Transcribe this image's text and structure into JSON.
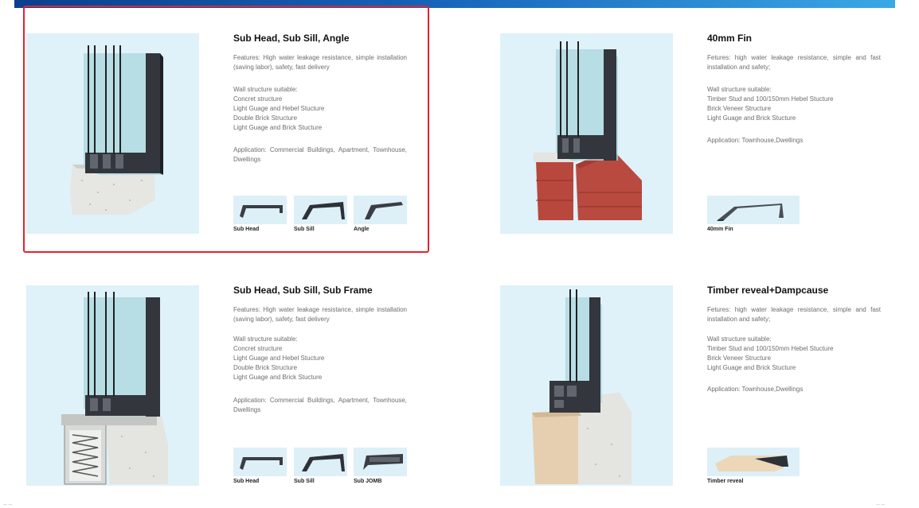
{
  "cards": [
    {
      "title": "Sub Head, Sub Sill, Angle",
      "features": "Features: High water leakage resistance, simple installation (saving labor), safety, fast delivery",
      "wall_heading": "Wall structure suitable:",
      "wall_items": [
        "Concret structure",
        "Light Guage and Hebel Stucture",
        "Double Brick Structure",
        "Light Guage and Brick Stucture"
      ],
      "application": "Application: Commercial Buildings, Apartment, Townhouse, Dwellings",
      "thumbs": [
        "Sub Head",
        "Sub Sill",
        "Angle"
      ]
    },
    {
      "title": "40mm Fin",
      "features": "Fetures: high water leakage resistance, simple and fast installation and safety;",
      "wall_heading": "Wall structure suitable:",
      "wall_items": [
        "Timber Stud and 100/150mm Hebel Stucture",
        "Brick Veneer Structure",
        "Light Guage and Brick Stucture"
      ],
      "application": "Application: Townhouse,Dwellings",
      "thumbs": [
        "40mm Fin"
      ]
    },
    {
      "title": "Sub Head, Sub Sill, Sub Frame",
      "features": "Features: High water leakage resistance, simple installation (saving labor), safety, fast delivery",
      "wall_heading": "Wall structure suitable:",
      "wall_items": [
        "Concret structure",
        "Light Guage and Hebel Stucture",
        "Double Brick Structure",
        "Light Guage and Brick Stucture"
      ],
      "application": "Application: Commercial Buildings, Apartment, Townhouse, Dwellings",
      "thumbs": [
        "Sub Head",
        "Sub Sill",
        "Sub JOMB"
      ]
    },
    {
      "title": "Timber reveal+Dampcause",
      "features": "Fetures: high water leakage resistance, simple and fast installation and safety;",
      "wall_heading": "Wall structure suitable:",
      "wall_items": [
        "Timber Stud and 100/150mm Hebel Stucture",
        "Brick Veneer Structure",
        "Light Guage and Brick Stucture"
      ],
      "application": "Application: Townhouse,Dwellings",
      "thumbs": [
        "Timber reveal"
      ]
    }
  ],
  "colors": {
    "accent_bar_start": "#0b3f8f",
    "accent_bar_end": "#3aa8e6",
    "highlight_border": "#e0252b",
    "frame": "#2f3238",
    "glass": "#a9d6dd",
    "brick": "#b8473d",
    "concrete": "#e4e4e0",
    "timber": "#e5cfb0"
  }
}
